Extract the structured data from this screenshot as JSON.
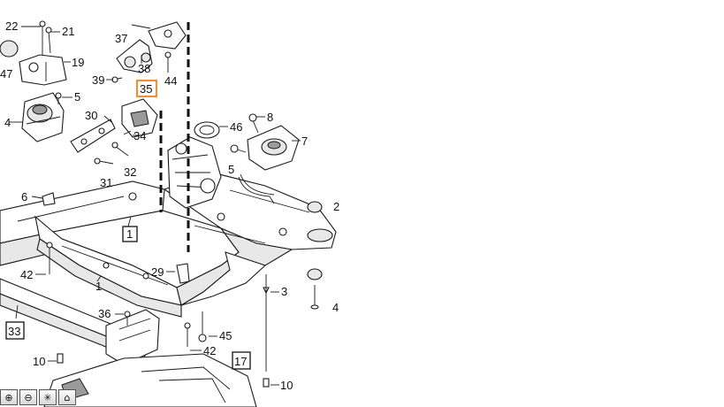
{
  "callouts": {
    "c1": "1",
    "c1box": "1",
    "c3": "3",
    "c4": "4",
    "c5a": "5",
    "c5b": "5",
    "c6": "6",
    "c7": "7",
    "c8": "8",
    "c10a": "10",
    "c10b": "10",
    "c17": "17",
    "c19": "19",
    "c21": "21",
    "c22": "22",
    "c29": "29",
    "c30": "30",
    "c31": "31",
    "c32": "32",
    "c33": "33",
    "c34": "34",
    "c35": "35",
    "c36": "36",
    "c37": "37",
    "c38": "38",
    "c39": "39",
    "c42a": "42",
    "c42b": "42",
    "c44": "44",
    "c45": "45",
    "c46": "46",
    "c47": "47",
    "c2cut": "2",
    "c4cut": "4"
  },
  "highlight_color": "#e8923a",
  "toolbar": {
    "buttons": [
      {
        "name": "zoom-in-button",
        "icon": "zoom-in-icon",
        "glyph": "⊕"
      },
      {
        "name": "zoom-out-button",
        "icon": "zoom-out-icon",
        "glyph": "⊖"
      },
      {
        "name": "select-button",
        "icon": "pointer-icon",
        "glyph": "✳"
      },
      {
        "name": "home-button",
        "icon": "home-icon",
        "glyph": "⌂"
      }
    ]
  }
}
